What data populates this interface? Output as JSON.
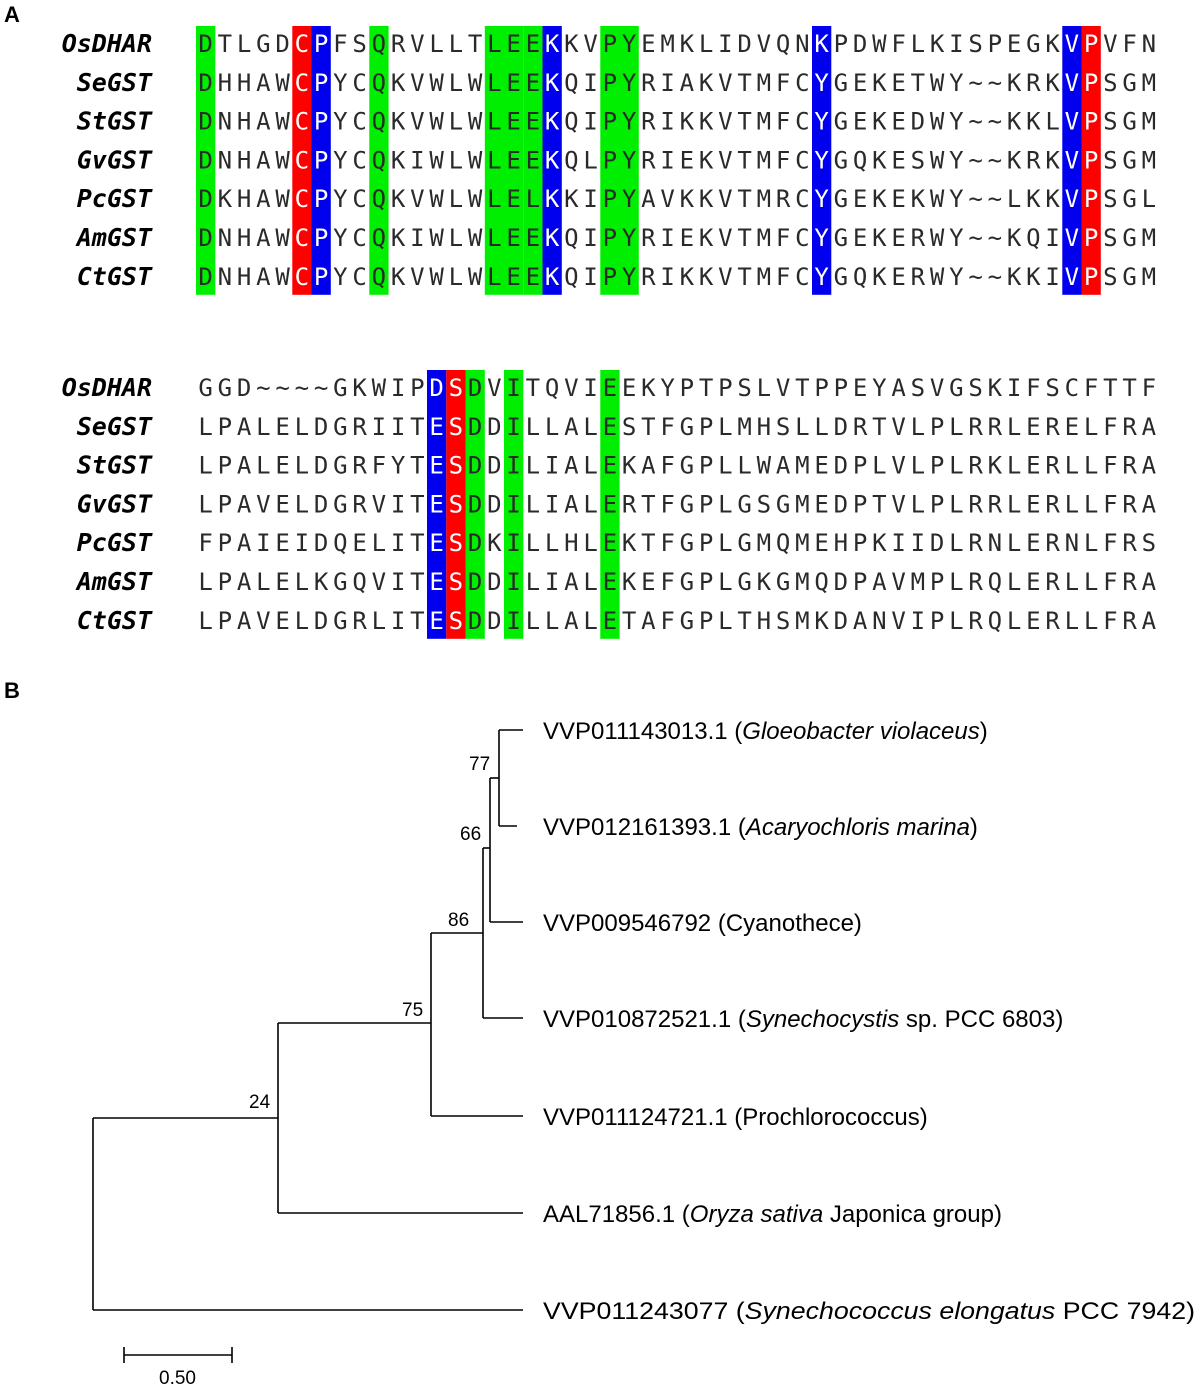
{
  "panel_a": {
    "letter": "A",
    "colors": {
      "green": "#00ee00",
      "red": "#ff0000",
      "blue": "#0000ee"
    },
    "blocks": [
      {
        "rows": [
          {
            "name": "OsDHAR",
            "seq": "DTLGDCPFSQRVLLTLEEKKVPYEMKLIDVQNKPDWFLKISPEGKVPVFN"
          },
          {
            "name": "SeGST",
            "seq": "DHHAWCPYCQKVWLWLEEKQIPYRIAKVTMFCYGEKETWY~~KRKVPSGM"
          },
          {
            "name": "StGST",
            "seq": "DNHAWCPYCQKVWLWLEEKQIPYRIKKVTMFCYGEKEDWY~~KKLVPSGM"
          },
          {
            "name": "GvGST",
            "seq": "DNHAWCPYCQKIWLWLEEKQLPYRIEKVTMFCYGQKESWY~~KRKVPSGM"
          },
          {
            "name": "PcGST",
            "seq": "DKHAWCPYCQKVWLWLELKKIPYAVKKVTMRCYGEKEKWY~~LKKVPSGL"
          },
          {
            "name": "AmGST",
            "seq": "DNHAWCPYCQKIWLWLEEKQIPYRIEKVTMFCYGEKERWY~~KQIVPSGM"
          },
          {
            "name": "CtGST",
            "seq": "DNHAWCPYCQKVWLWLEEKQIPYRIKKVTMFCYGQKERWY~~KKIVPSGM"
          }
        ],
        "highlights": [
          {
            "col": 0,
            "color": "green"
          },
          {
            "col": 5,
            "color": "red"
          },
          {
            "col": 6,
            "color": "blue"
          },
          {
            "col": 9,
            "color": "green"
          },
          {
            "col": 15,
            "color": "green"
          },
          {
            "col": 16,
            "color": "green"
          },
          {
            "col": 17,
            "color": "green"
          },
          {
            "col": 18,
            "color": "blue"
          },
          {
            "col": 21,
            "color": "green"
          },
          {
            "col": 22,
            "color": "green"
          },
          {
            "col": 32,
            "color": "blue"
          },
          {
            "col": 45,
            "color": "blue"
          },
          {
            "col": 46,
            "color": "red"
          }
        ]
      },
      {
        "rows": [
          {
            "name": "OsDHAR",
            "seq": "GGD~~~~GKWIPDSDVITQVIEEKYPTPSLVTPPEYASVGSKIFSCFTTF"
          },
          {
            "name": "SeGST",
            "seq": "LPALELDGRIITESDDILLALESTFGPLMHSLLDRTVLPLRRLERELFRA"
          },
          {
            "name": "StGST",
            "seq": "LPALELDGRFYTESDDILIALEKAFGPLLWAMEDPLVLPLRKLERLLFRA"
          },
          {
            "name": "GvGST",
            "seq": "LPAVELDGRVITESDDILIALERTFGPLGSGMEDPTVLPLRRLERLLFRA"
          },
          {
            "name": "PcGST",
            "seq": "FPAIEIDQELITESDKILLHLEKTFGPLGMQMEHPKIIDLRNLERNLFRS"
          },
          {
            "name": "AmGST",
            "seq": "LPALELKGQVITESDDILIALEKEFGPLGKGMQDPAVMPLRQLERLLFRA"
          },
          {
            "name": "CtGST",
            "seq": "LPAVELDGRLITESDDILLALETAFGPLTHSMKDANVIPLRQLERLLFRA"
          }
        ],
        "highlights": [
          {
            "col": 12,
            "color": "blue"
          },
          {
            "col": 13,
            "color": "red"
          },
          {
            "col": 14,
            "color": "green"
          },
          {
            "col": 16,
            "color": "green"
          },
          {
            "col": 21,
            "color": "green"
          }
        ]
      }
    ]
  },
  "panel_b": {
    "letter": "B",
    "tree": {
      "type": "phylogenetic-tree",
      "leaves": [
        {
          "id": "gloeo",
          "accession": "VVP011143013.1",
          "organism": "Gloeobacter violaceus",
          "italic_part": "Gloeobacter violaceus",
          "plain_part": ""
        },
        {
          "id": "acary",
          "accession": "VVP012161393.1",
          "organism": "Acaryochloris marina",
          "italic_part": "Acaryochloris marina",
          "plain_part": ""
        },
        {
          "id": "cyano",
          "accession": "VVP009546792",
          "organism": "Cyanothece",
          "italic_part": "",
          "plain_part": "Cyanothece"
        },
        {
          "id": "synecho",
          "accession": "VVP010872521.1",
          "organism": "Synechocystis sp. PCC 6803",
          "italic_part": "Synechocystis",
          "plain_part": " sp. PCC 6803"
        },
        {
          "id": "prochl",
          "accession": "VVP011124721.1",
          "organism": "Prochlorococcus",
          "italic_part": "",
          "plain_part": "Prochlorococcus"
        },
        {
          "id": "oryza",
          "accession": "AAL71856.1",
          "organism": "Oryza sativa Japonica group",
          "italic_part": "Oryza sativa",
          "plain_part": " Japonica group"
        },
        {
          "id": "synecc",
          "accession": "VVP011243077",
          "organism": "Synechococcus elongatus PCC 7942",
          "italic_part": "Synechococcus elongatus",
          "plain_part": " PCC 7942"
        }
      ],
      "bootstrap_values": [
        {
          "node": "gloeo+acary",
          "value": "77"
        },
        {
          "node": "gloeo+acary+cyano",
          "value": "66"
        },
        {
          "node": "cyanobacteria-core+synechocystis",
          "value": "86"
        },
        {
          "node": "plus-prochlorococcus",
          "value": "75"
        },
        {
          "node": "plus-oryza",
          "value": "24"
        }
      ],
      "scale_bar": {
        "length": 0.5,
        "label": "0.50"
      }
    }
  }
}
